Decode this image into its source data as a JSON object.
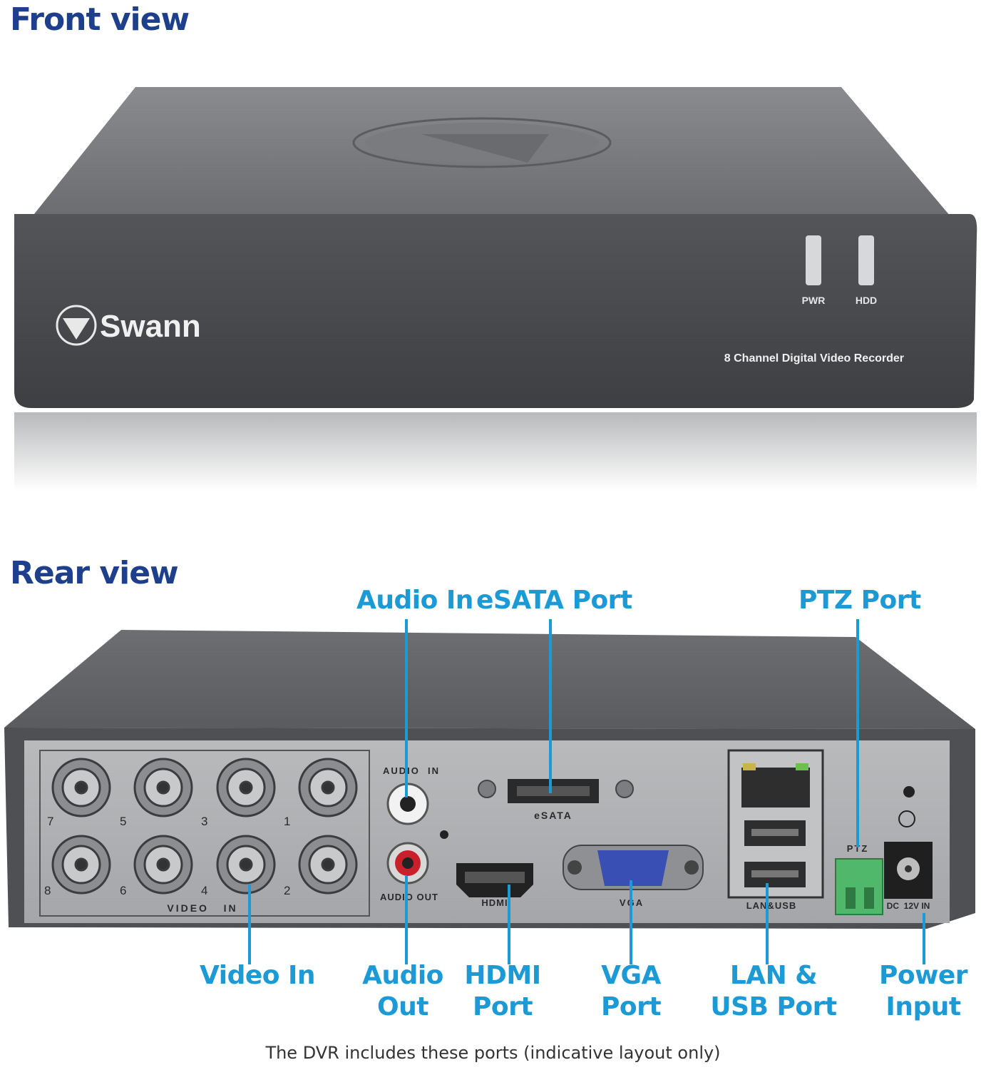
{
  "front_heading": "Front view",
  "rear_heading": "Rear view",
  "front_panel": {
    "brand": "Swann",
    "model_text": "8 Channel Digital Video Recorder",
    "indicators": [
      "PWR",
      "HDD"
    ]
  },
  "rear_panel": {
    "video_in_label": "VIDEO   IN",
    "bnc_numbers": [
      "7",
      "5",
      "3",
      "1",
      "8",
      "6",
      "4",
      "2"
    ],
    "audio_in_label": "AUDIO  IN",
    "audio_out_label": "AUDIO OUT",
    "esata_label": "eSATA",
    "hdmi_label": "HDMI",
    "vga_label": "VGA",
    "lan_usb_label": "LAN&USB",
    "ptz_label": "PTZ",
    "dc_label": "DC  12V IN"
  },
  "callouts": {
    "audio_in": "Audio In",
    "esata": "eSATA Port",
    "ptz": "PTZ Port",
    "video_in": "Video In",
    "audio_out": "Audio Out",
    "hdmi": "HDMI Port",
    "vga": "VGA Port",
    "lan_usb": "LAN & USB Port",
    "power": "Power Input"
  },
  "footnote": "The DVR includes these ports (indicative layout only)",
  "colors": {
    "heading": "#1d3f8c",
    "callout": "#1b9ad6",
    "device": "#5a5b5e"
  }
}
